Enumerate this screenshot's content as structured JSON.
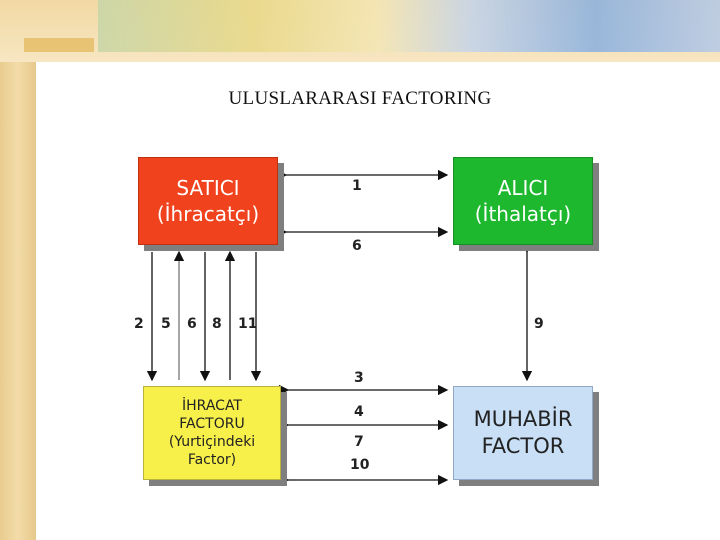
{
  "title": "ULUSLARARASI FACTORING",
  "boxes": {
    "satici": {
      "line1": "SATICI",
      "line2": "(İhracatçı)"
    },
    "alici": {
      "line1": "ALICI",
      "line2": "(İthalatçı)"
    },
    "ihracat_factor": {
      "line1": "İHRACAT",
      "line2": "FACTORU",
      "line3": "(Yurtiçindeki",
      "line4": "Factor)"
    },
    "muhabir_factor": {
      "line1": "MUHABİR",
      "line2": "FACTOR"
    }
  },
  "labels": {
    "n1": "1",
    "n6_top": "6",
    "n2": "2",
    "n5": "5",
    "n6_left": "6",
    "n8": "8",
    "n11": "11",
    "n9": "9",
    "n3": "3",
    "n4": "4",
    "n7": "7",
    "n10": "10"
  },
  "colors": {
    "satici": "#f0421c",
    "alici": "#1db82e",
    "ihracat_factor": "#f7f04a",
    "muhabir_factor": "#c8dff6"
  }
}
